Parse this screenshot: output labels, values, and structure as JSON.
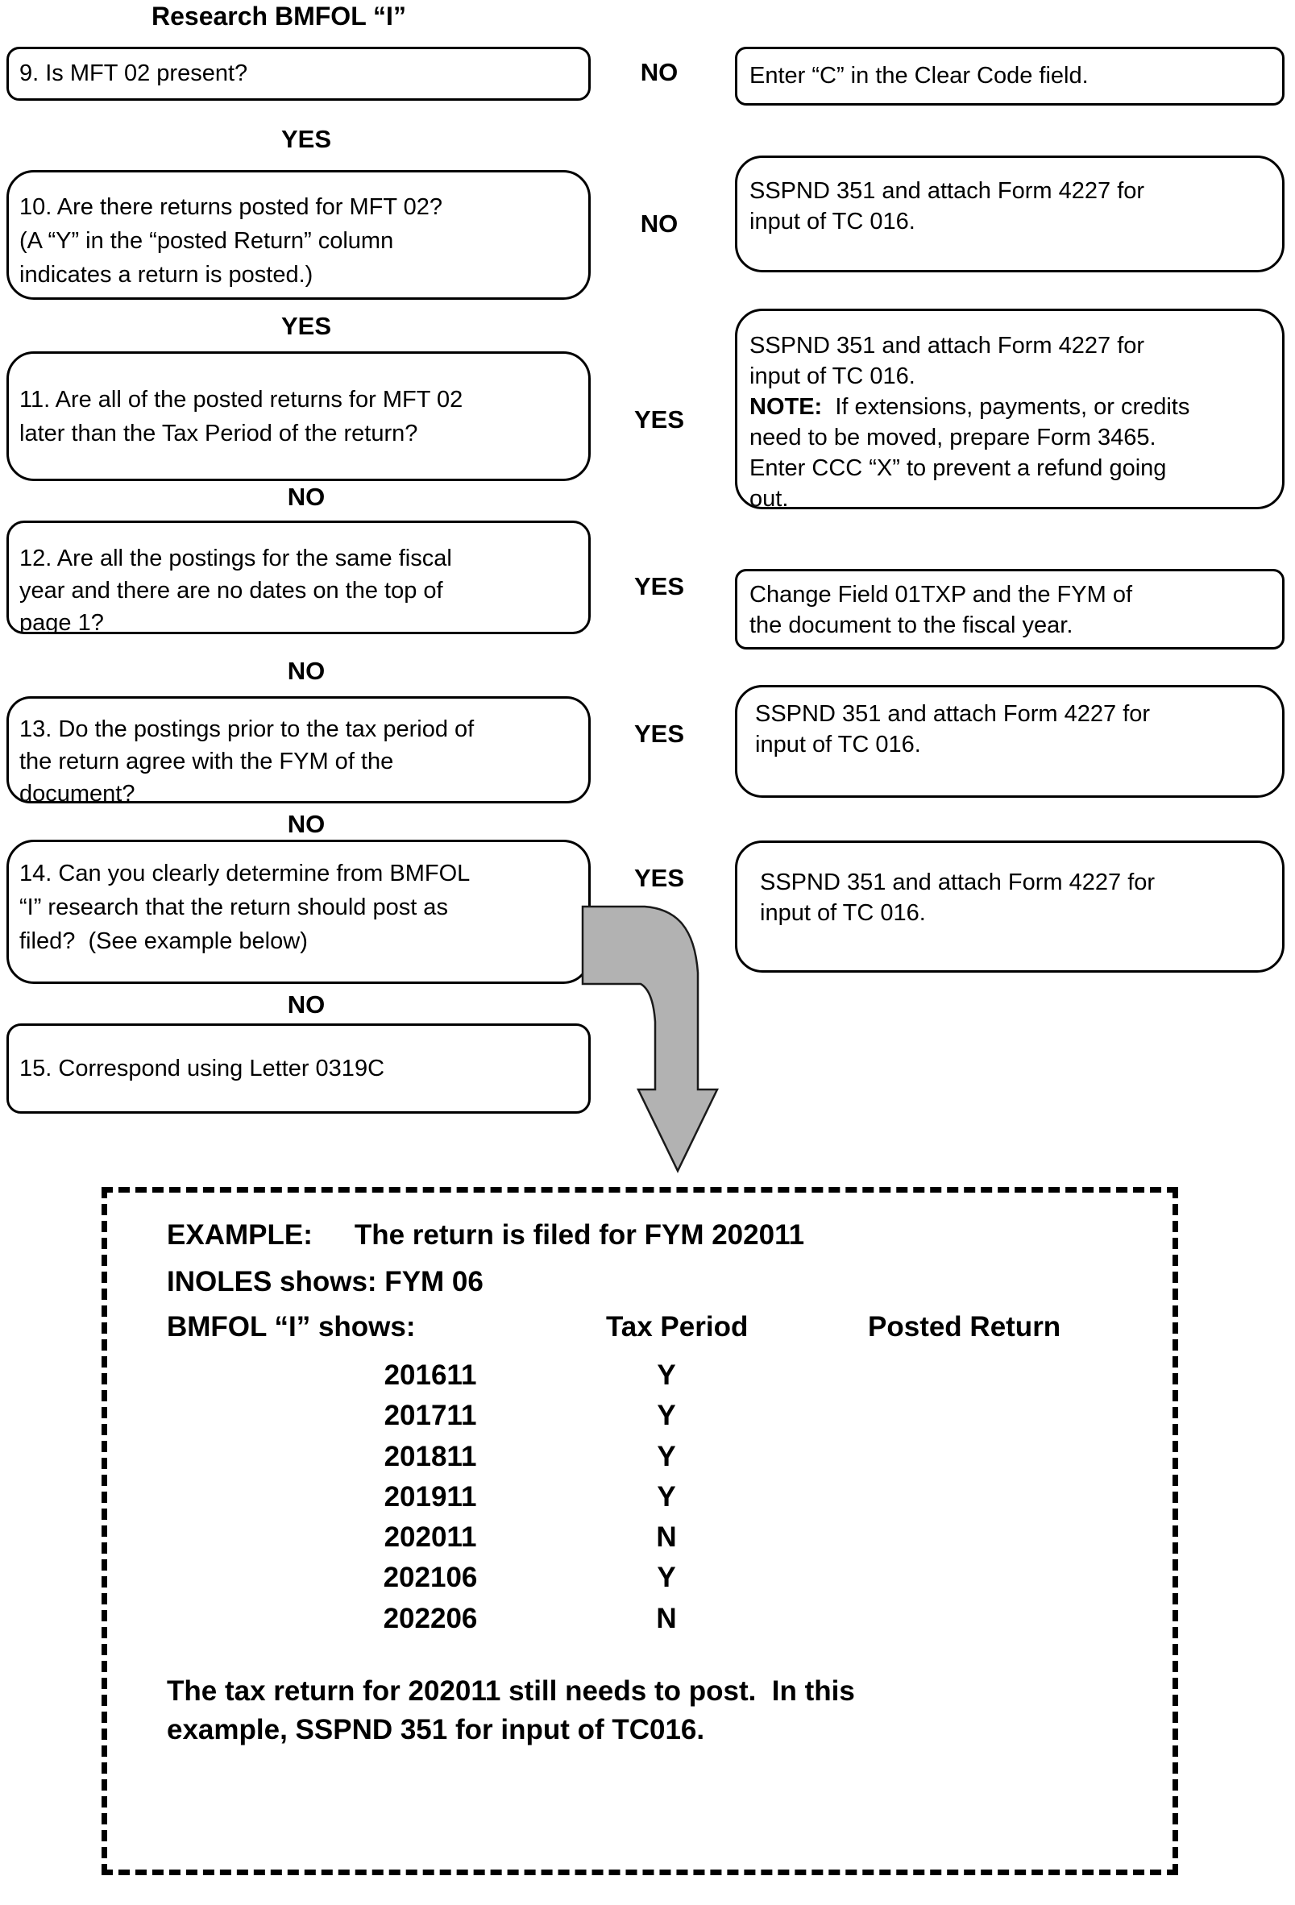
{
  "title": "Research BMFOL “I”",
  "flow": {
    "questions": [
      {
        "text": "9. Is MFT 02 present?",
        "down_label": "YES",
        "side_label": "NO"
      },
      {
        "text": "10. Are there returns posted for MFT 02?\n(A “Y” in the “posted Return” column\nindicates a return is posted.)",
        "down_label": "YES",
        "side_label": "NO"
      },
      {
        "text": "11. Are all of the posted returns for MFT 02\nlater than the Tax Period of the return?",
        "down_label": "NO",
        "side_label": "YES"
      },
      {
        "text": "12. Are all the postings for the same fiscal\nyear and there are no dates on the top of\npage 1?",
        "down_label": "NO",
        "side_label": "YES"
      },
      {
        "text": "13. Do the postings prior to the tax period of\nthe return agree with the FYM of the\ndocument?",
        "down_label": "NO",
        "side_label": "YES"
      },
      {
        "text": "14. Can you clearly determine from BMFOL\n“I” research that the return should post as\nfiled?  (See example below)",
        "down_label": "NO",
        "side_label": "YES"
      },
      {
        "text": "15. Correspond using Letter 0319C"
      }
    ],
    "results": [
      {
        "text": "Enter “C” in the Clear Code field."
      },
      {
        "text": "SSPND 351 and attach Form 4227 for\ninput of TC 016."
      },
      {
        "text": "SSPND 351 and attach Form 4227 for\ninput of TC 016.\n",
        "note_label": "NOTE:",
        "note_text": "  If extensions, payments, or credits\nneed to be moved, prepare Form 3465.\nEnter CCC “X” to prevent a refund going\nout."
      },
      {
        "text": "Change Field 01TXP and the FYM of\nthe document to the fiscal year."
      },
      {
        "text": "SSPND 351 and attach Form 4227 for\ninput of TC 016."
      },
      {
        "text": "SSPND 351 and attach Form 4227 for\ninput of TC 016."
      }
    ]
  },
  "example": {
    "heading_label": "EXAMPLE:",
    "heading_text": "The return is filed for FYM 202011",
    "inoles_line": "INOLES shows: FYM 06",
    "bmfol_label": "BMFOL “I” shows:",
    "col_tax_period": "Tax Period",
    "col_posted_return": "Posted Return",
    "rows": [
      {
        "tax_period": "201611",
        "posted_return": "Y"
      },
      {
        "tax_period": "201711",
        "posted_return": "Y"
      },
      {
        "tax_period": "201811",
        "posted_return": "Y"
      },
      {
        "tax_period": "201911",
        "posted_return": "Y"
      },
      {
        "tax_period": "202011",
        "posted_return": "N"
      },
      {
        "tax_period": "202106",
        "posted_return": "Y"
      },
      {
        "tax_period": "202206",
        "posted_return": "N"
      }
    ],
    "conclusion": "The tax return for 202011 still needs to post.  In this\nexample, SSPND 351 for input of TC016."
  },
  "colors": {
    "arrow_fill": "#b2b2b2",
    "line": "#000000"
  }
}
